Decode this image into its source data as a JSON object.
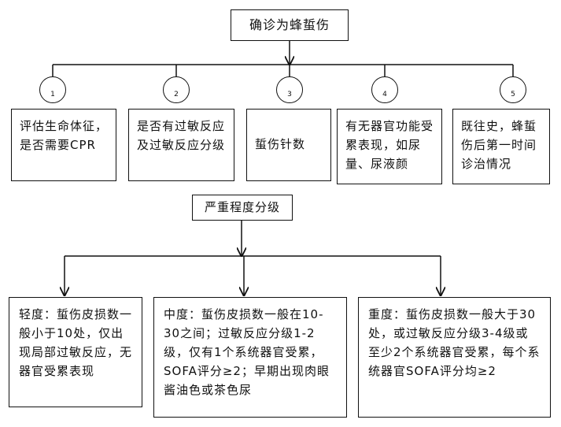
{
  "diagram": {
    "root": "确诊为蜂蜇伤",
    "steps": [
      {
        "number": "1",
        "text": "评估生命体征，是否需要CPR"
      },
      {
        "number": "2",
        "text": "是否有过敏反应及过敏反应分级"
      },
      {
        "number": "3",
        "text": "蜇伤针数"
      },
      {
        "number": "4",
        "text": "有无器官功能受累表现，如尿量、尿液颜"
      },
      {
        "number": "5",
        "text": "既往史，蜂蜇伤后第一时间诊治情况"
      }
    ],
    "severity_title": "严重程度分级",
    "levels": [
      {
        "text": "轻度：蜇伤皮损数一般小于10处，仅出现局部过敏反应，无器官受累表现"
      },
      {
        "text": "中度：蜇伤皮损数一般在10-30之间；过敏反应分级1-2级，仅有1个系统器官受累，SOFA评分≥2；早期出现肉眼酱油色或茶色尿"
      },
      {
        "text": "重度：蜇伤皮损数一般大于30处，或过敏反应分级3-4级或至少2个系统器官受累，每个系统器官SOFA评分均≥2"
      }
    ]
  }
}
